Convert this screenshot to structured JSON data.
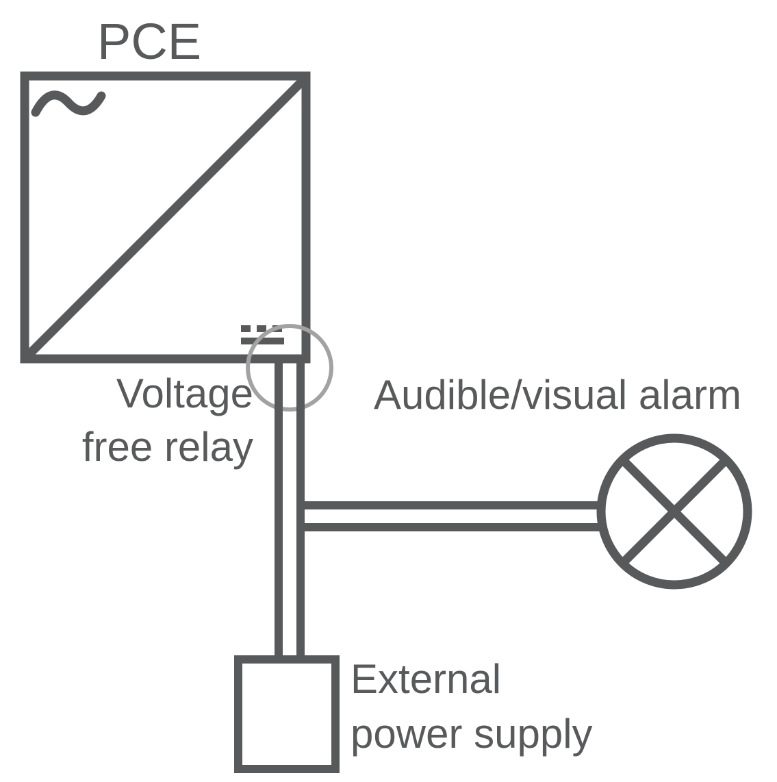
{
  "diagram": {
    "labels": {
      "pce": "PCE",
      "voltage_free_relay": {
        "line1": "Voltage",
        "line2": "free relay"
      },
      "audible_visual_alarm": "Audible/visual alarm",
      "external_power_supply": {
        "line1": "External",
        "line2": "power supply"
      }
    },
    "icons": {
      "ac_symbol": "sine-wave-icon",
      "dc_symbol": "dc-dashed-solid-icon",
      "alarm_symbol": "circle-cross-lamp-icon"
    },
    "colors": {
      "line": "#58595b",
      "text": "#58595b",
      "highlight_circle": "#a2a2a2",
      "background": "#ffffff"
    }
  }
}
